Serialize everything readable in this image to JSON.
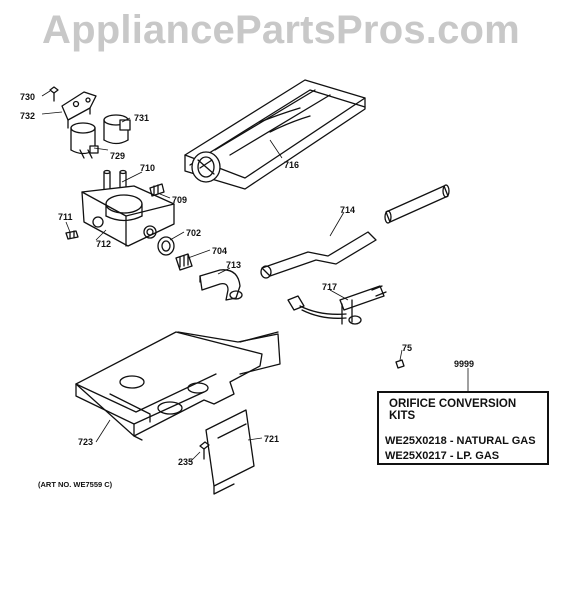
{
  "watermark": "AppliancePartsPros.com",
  "parts": {
    "p730": "730",
    "p732": "732",
    "p731": "731",
    "p729": "729",
    "p716": "716",
    "p710": "710",
    "p709": "709",
    "p711": "711",
    "p712": "712",
    "p702": "702",
    "p704": "704",
    "p713": "713",
    "p714": "714",
    "p717": "717",
    "p75": "75",
    "p9999": "9999",
    "p723": "723",
    "p721": "721",
    "p235": "235"
  },
  "kits": {
    "title": "ORIFICE CONVERSION KITS",
    "natural": "WE25X0218 - NATURAL GAS",
    "lp": "WE25X0217 - LP. GAS"
  },
  "art_no": "(ART NO. WE7559 C)"
}
